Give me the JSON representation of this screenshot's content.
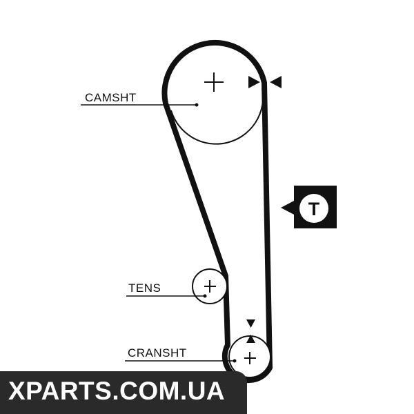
{
  "diagram": {
    "labels": {
      "camshaft": "CAMSHT",
      "tensioner": "TENS",
      "crankshaft": "CRANSHT"
    },
    "tension_badge": "T"
  },
  "watermark": {
    "text": "XPARTS.COM.UA"
  },
  "colors": {
    "belt": "#111111",
    "banner_bg": "#2a2a2a",
    "banner_text": "#ffffff"
  }
}
